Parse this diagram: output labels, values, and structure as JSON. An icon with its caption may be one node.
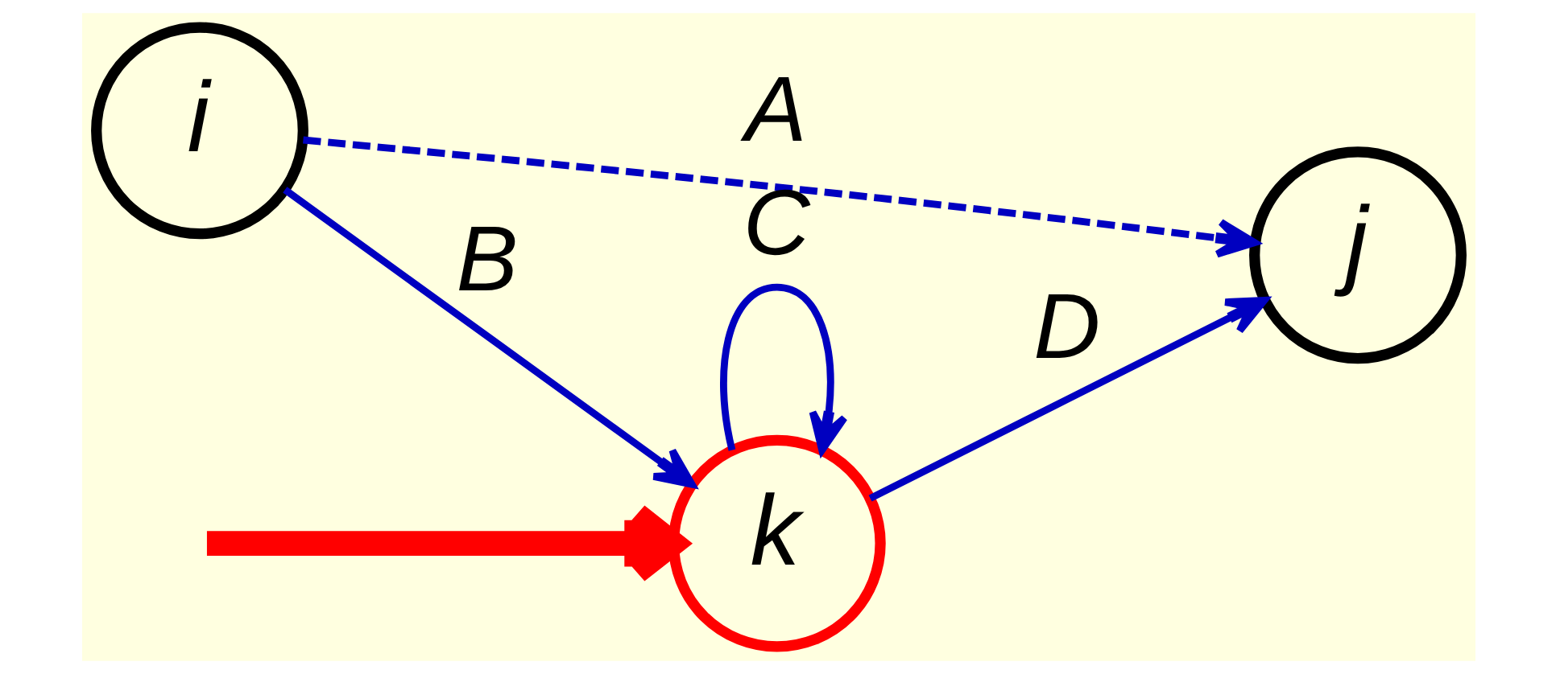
{
  "diagram": {
    "nodes": [
      {
        "text": [
          "i"
        ]
      },
      {
        "text": [
          "k"
        ]
      },
      {
        "text": [
          "j"
        ]
      }
    ],
    "edges": [
      {
        "from": 0,
        "to": 2,
        "arrow": "to",
        "label": "A",
        "style": "dashed"
      },
      {
        "from": 0,
        "to": 1,
        "arrow": "to",
        "label": "B"
      },
      {
        "from": 1,
        "to": 1,
        "arrow": "to",
        "label": "C"
      },
      {
        "from": 1,
        "to": 2,
        "arrow": "to",
        "label": "D"
      },
      {
        "from": null,
        "to": 1,
        "arrow": "to",
        "style": "thick",
        "color": "#ff0000"
      }
    ]
  }
}
